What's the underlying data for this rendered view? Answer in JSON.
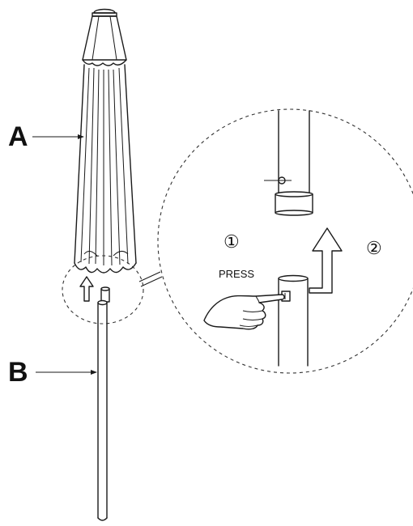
{
  "labels": {
    "part_a": "A",
    "part_b": "B",
    "step_1": "①",
    "step_2": "②",
    "press": "PRESS"
  },
  "colors": {
    "line": "#1a1a1a",
    "background": "#ffffff"
  }
}
